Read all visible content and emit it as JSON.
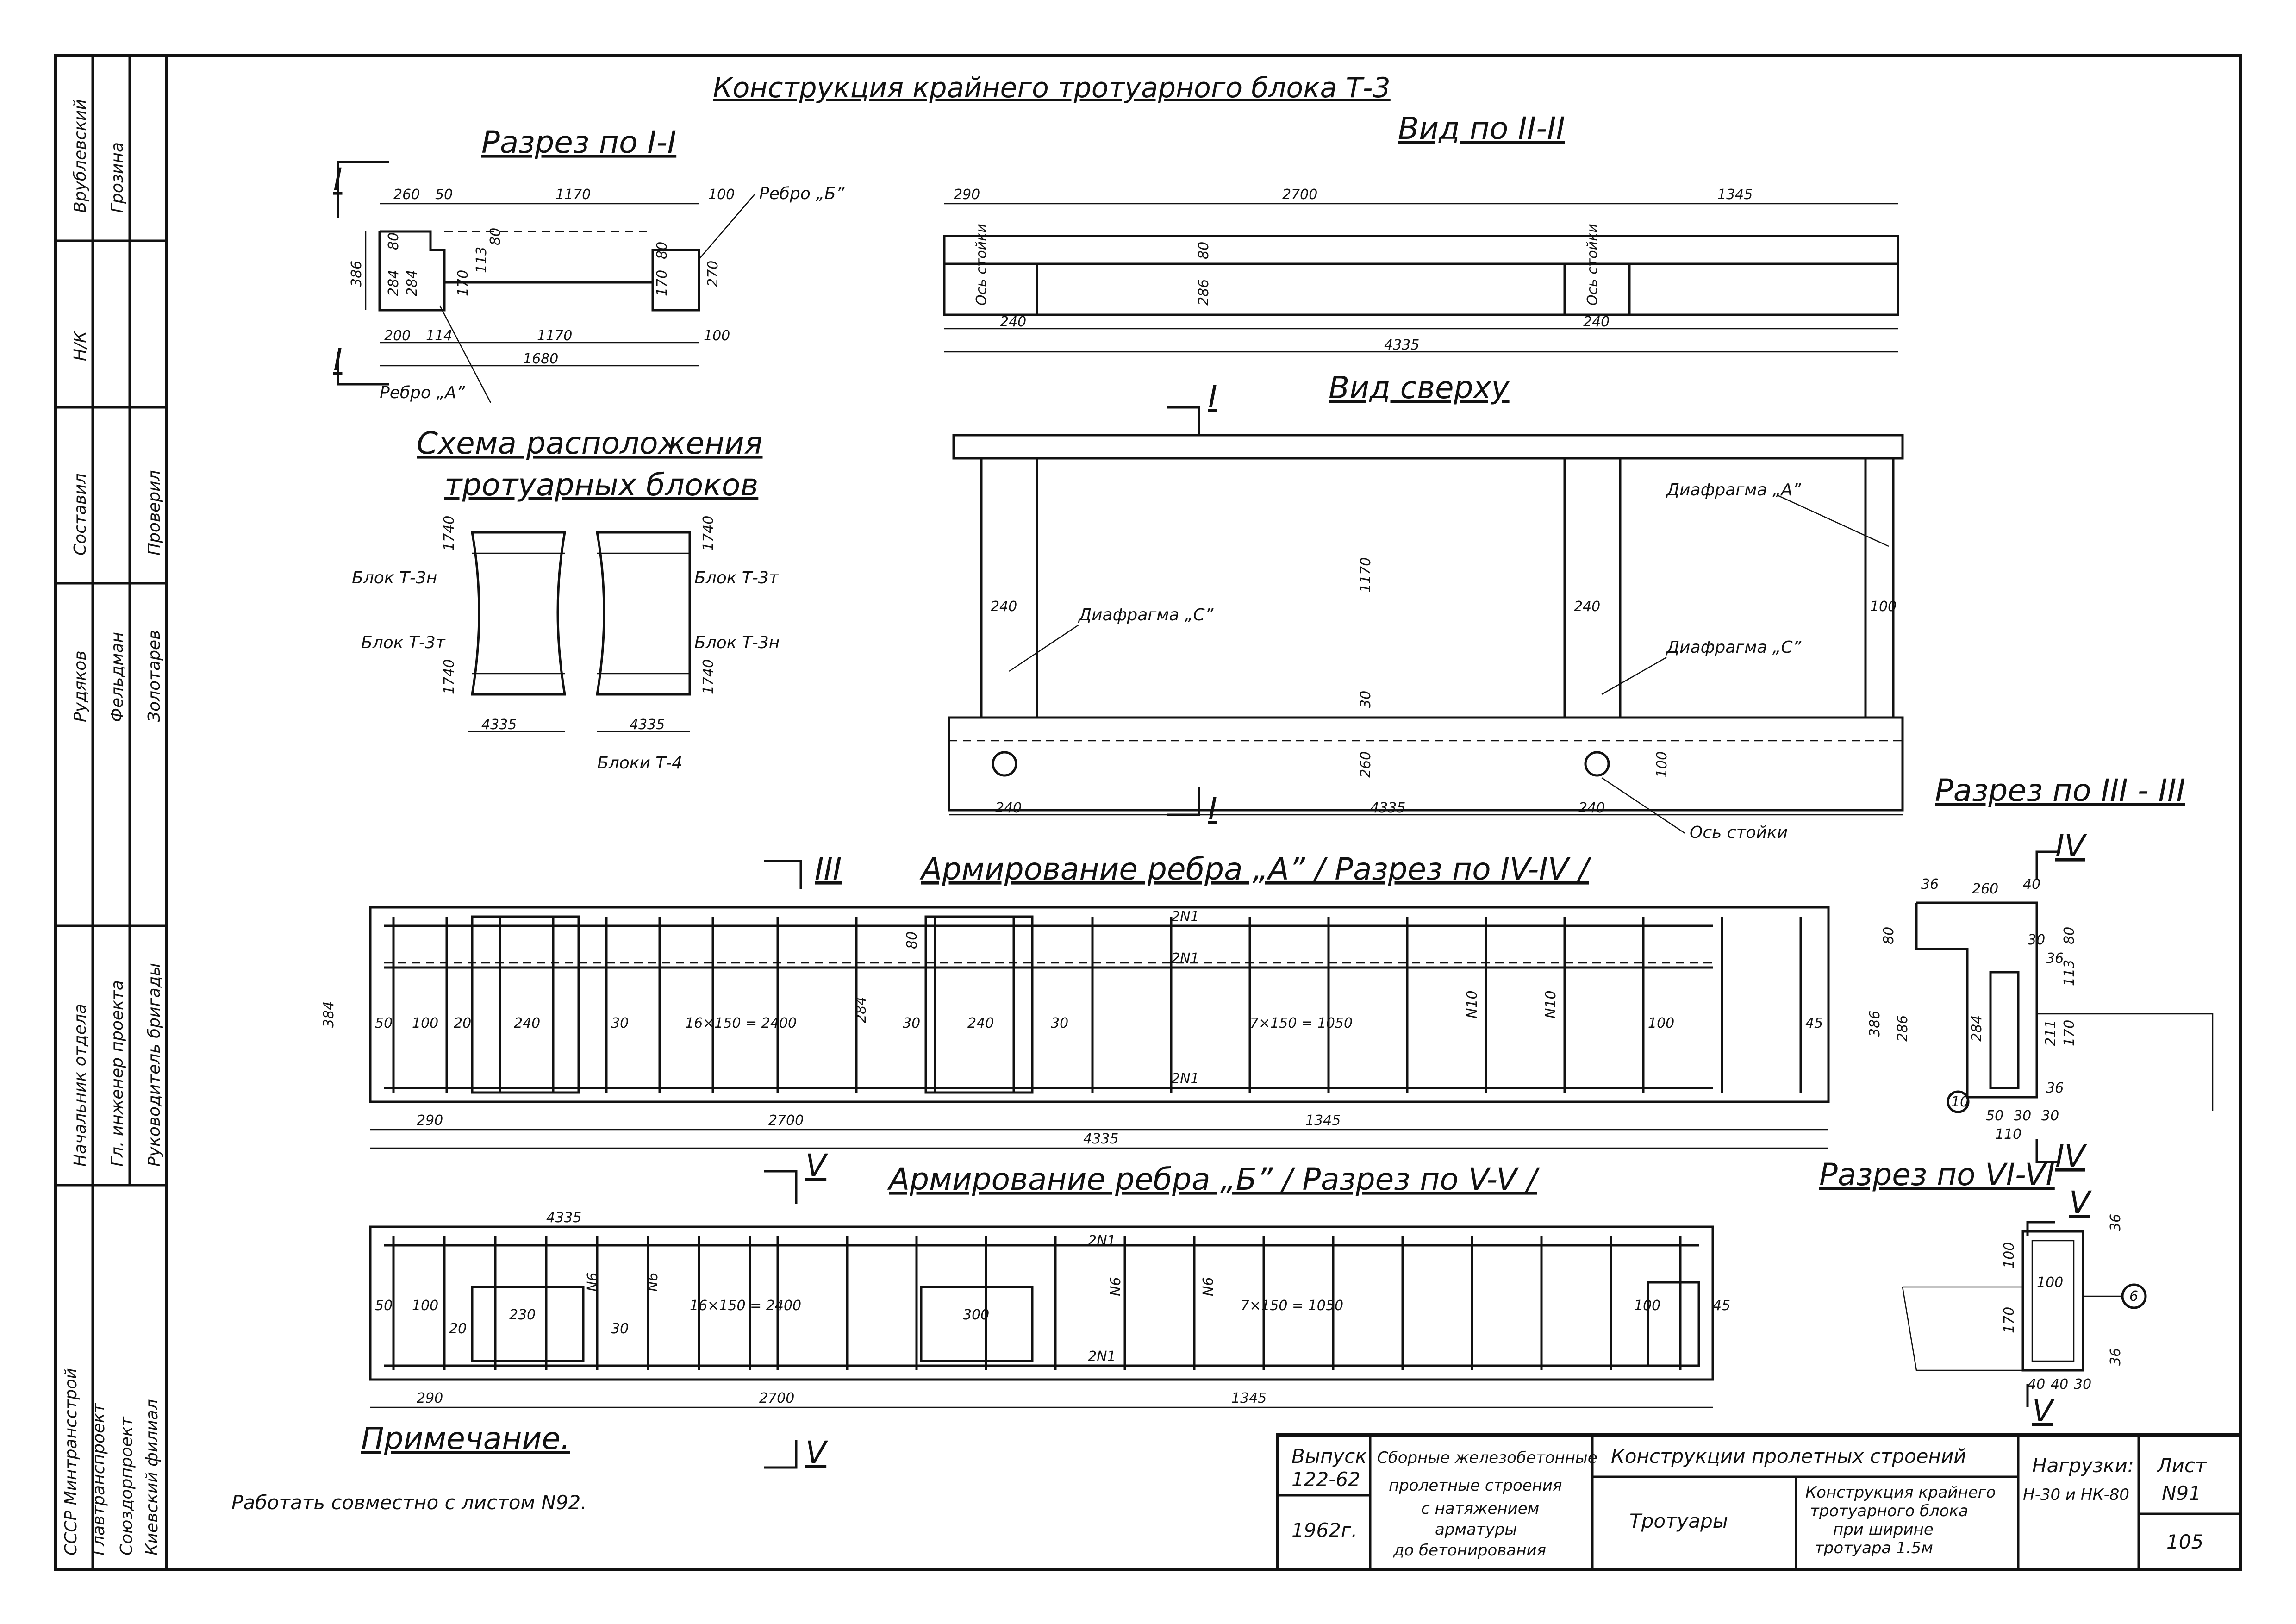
{
  "title": "Конструкция крайнего тротуарного блока Т-3",
  "views": {
    "section_1": {
      "heading": "Разрез по I-I",
      "marker": "I",
      "rib_a": "Ребро „А”",
      "rib_b": "Ребро „Б”",
      "dims": [
        "260",
        "50",
        "1170",
        "100",
        "386",
        "80",
        "284",
        "284",
        "170",
        "113",
        "80",
        "170",
        "80",
        "270",
        "200",
        "114",
        "1170",
        "100",
        "1680"
      ]
    },
    "view_2": {
      "heading": "Вид по II-II",
      "axis_1": "Ось стойки",
      "axis_2": "Ось стойки",
      "dims": [
        "290",
        "2700",
        "1345",
        "286",
        "80",
        "240",
        "240",
        "4335"
      ]
    },
    "scheme": {
      "heading_1": "Схема расположения",
      "heading_2": "тротуарных блоков",
      "labels": [
        "Блок Т-3н",
        "Блок Т-3т",
        "Блок Т-3т",
        "Блок Т-3н",
        "Блоки Т-4"
      ],
      "dims": [
        "1740",
        "1740",
        "1740",
        "1740",
        "4335",
        "4335"
      ]
    },
    "top_view": {
      "heading": "Вид сверху",
      "marker": "I",
      "diaphragm_a": "Диафрагма „А”",
      "diaphragm_c1": "Диафрагма „С”",
      "diaphragm_c2": "Диафрагма „С”",
      "axis": "Ось стойки",
      "dims": [
        "240",
        "240",
        "1170",
        "100",
        "30",
        "260",
        "100",
        "240",
        "4335",
        "240"
      ]
    },
    "rib_a": {
      "heading": "Армирование ребра „А” / Разрез по IV-IV /",
      "marker": "III",
      "bars": [
        "2N1",
        "2N1",
        "2N1",
        "N10",
        "N10"
      ],
      "dims": [
        "384",
        "50",
        "100",
        "20",
        "240",
        "30",
        "16×150 = 2400",
        "80",
        "284",
        "30",
        "240",
        "30",
        "7×150 = 1050",
        "100",
        "45",
        "290",
        "2700",
        "1345",
        "4335"
      ]
    },
    "rib_b": {
      "heading": "Армирование ребра „Б” / Разрез по V-V /",
      "marker": "V",
      "bars": [
        "2N1",
        "2N1",
        "N6",
        "N6",
        "N6",
        "N6"
      ],
      "dims": [
        "4335",
        "50",
        "100",
        "20",
        "230",
        "30",
        "16×150 = 2400",
        "300",
        "7×150 = 1050",
        "100",
        "45",
        "290",
        "2700",
        "1345"
      ]
    },
    "section_3": {
      "heading": "Разрез по III - III",
      "marker": "IV",
      "callout": "10",
      "dims": [
        "260",
        "36",
        "40",
        "80",
        "30",
        "36",
        "80",
        "113",
        "386",
        "286",
        "284",
        "211",
        "170",
        "36",
        "50",
        "30",
        "110",
        "30"
      ]
    },
    "section_6": {
      "heading": "Разрез по VI-VI",
      "marker": "V",
      "callout": "6",
      "dims": [
        "100",
        "36",
        "100",
        "170",
        "36",
        "40",
        "40",
        "30"
      ]
    }
  },
  "note": {
    "heading": "Примечание.",
    "text": "Работать совместно с листом N92."
  },
  "side_block": {
    "org_1": "СССР Минтрансстрой",
    "org_2": "Главтранспроект",
    "org_3": "Союздорпроект",
    "org_4": "Киевский филиал",
    "roles": [
      "Начальник отдела",
      "Гл. инженер проекта",
      "Руководитель бригады"
    ],
    "roles2": [
      "Составил",
      "Проверил"
    ],
    "roles3": [
      "Н/К"
    ],
    "names": [
      "Врублевский",
      "Грозина",
      "Рудяков",
      "Фельдман",
      "Золотарев"
    ]
  },
  "title_block": {
    "issue_label": "Выпуск",
    "issue_value": "122-62",
    "year": "1962г.",
    "series_1": "Сборные железобетонные",
    "series_2": "пролетные строения",
    "series_3": "с натяжением",
    "series_4": "арматуры",
    "series_5": "до бетонирования",
    "section": "Конструкции пролетных строений",
    "subject": "Тротуары",
    "drawing_1": "Конструкция крайнего",
    "drawing_2": "тротуарного блока",
    "drawing_3": "при ширине",
    "drawing_4": "тротуара 1.5м",
    "loads_label": "Нагрузки:",
    "loads_value": "Н-30 и НК-80",
    "sheet_label": "Лист",
    "sheet_value": "N91",
    "page": "105"
  }
}
